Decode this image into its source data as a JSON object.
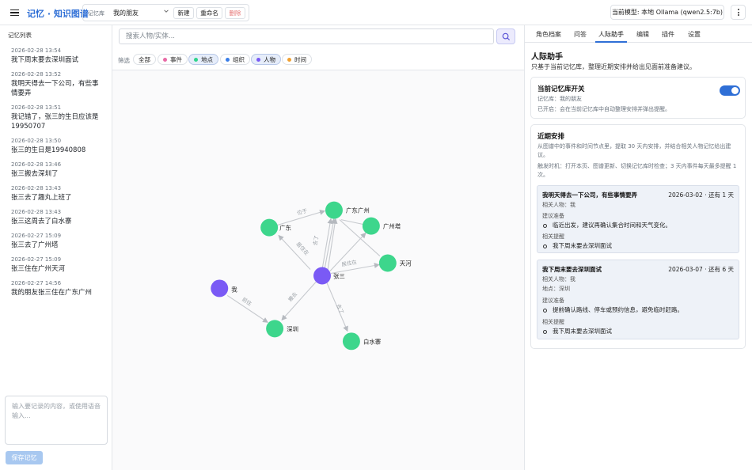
{
  "app": {
    "title": "记忆 · 知识图谱"
  },
  "toolbar": {
    "library_label": "记忆库",
    "library_value": "我的朋友",
    "new_label": "新建",
    "rename_label": "重命名",
    "delete_label": "删除",
    "model_label": "当前模型: 本地 Ollama (qwen2.5:7b)"
  },
  "sidebar": {
    "title": "记忆列表",
    "items": [
      {
        "time": "2026-02-28 13:54",
        "text": "我下周末要去深圳面试"
      },
      {
        "time": "2026-02-28 13:52",
        "text": "我明天得去一下公司，有些事情要弄"
      },
      {
        "time": "2026-02-28 13:51",
        "text": "我记错了，张三的生日应该是19950707"
      },
      {
        "time": "2026-02-28 13:50",
        "text": "张三的生日是19940808"
      },
      {
        "time": "2026-02-28 13:46",
        "text": "张三搬去深圳了"
      },
      {
        "time": "2026-02-28 13:43",
        "text": "张三去了趣丸上班了"
      },
      {
        "time": "2026-02-28 13:43",
        "text": "张三这周去了白水寨"
      },
      {
        "time": "2026-02-27 15:09",
        "text": "张三去了广州塔"
      },
      {
        "time": "2026-02-27 15:09",
        "text": "张三住在广州天河"
      },
      {
        "time": "2026-02-27 14:56",
        "text": "我的朋友张三住在广东广州"
      }
    ],
    "input_placeholder": "输入要记录的内容，或使用语音输入...",
    "save_label": "保存记忆"
  },
  "search": {
    "placeholder": "搜索人物/实体..."
  },
  "filters": {
    "label": "筛选",
    "chips": [
      {
        "label": "全部",
        "color": "",
        "active": false
      },
      {
        "label": "事件",
        "color": "#e86aa6",
        "active": false
      },
      {
        "label": "地点",
        "color": "#2ed48c",
        "active": true
      },
      {
        "label": "组织",
        "color": "#3a7ee8",
        "active": false
      },
      {
        "label": "人物",
        "color": "#7a5af5",
        "active": true
      },
      {
        "label": "时间",
        "color": "#f0a030",
        "active": false
      }
    ]
  },
  "graph": {
    "colors": {
      "place": "#3dd68c",
      "person": "#7a5af5"
    },
    "nodes": [
      {
        "id": "gdgz",
        "label": "广东广州"
      },
      {
        "id": "gd",
        "label": "广东"
      },
      {
        "id": "gzt",
        "label": "广州塔"
      },
      {
        "id": "th",
        "label": "天河"
      },
      {
        "id": "zs",
        "label": "张三"
      },
      {
        "id": "wo",
        "label": "我"
      },
      {
        "id": "sz",
        "label": "深圳"
      },
      {
        "id": "bsz",
        "label": "白水寨"
      }
    ],
    "edges": [
      {
        "label": "位于"
      },
      {
        "label": "居住在"
      },
      {
        "label": "去了"
      },
      {
        "label": "居住在"
      },
      {
        "label": "搬去"
      },
      {
        "label": "去了"
      },
      {
        "label": "前往"
      }
    ]
  },
  "right_panel": {
    "tabs": [
      "角色档案",
      "问答",
      "人际助手",
      "编辑",
      "插件",
      "设置"
    ],
    "active_tab": 2,
    "title": "人际助手",
    "subtitle": "只基于当前记忆库，整理近期安排并给出见面前准备建议。",
    "switch_card": {
      "title": "当前记忆库开关",
      "library_line": "记忆库：我的朋友",
      "status_line": "已开启：会在当前记忆库中自动整理安排并弹出提醒。"
    },
    "upcoming": {
      "title": "近期安排",
      "desc1": "从图谱中的事件和时间节点里，提取 30 天内安排，并结合相关人物记忆给出建议。",
      "desc2": "触发时机：打开本页、图谱更新、切换记忆库时检查；3 天内事件每天最多提醒 1 次。",
      "items": [
        {
          "title": "我明天得去一下公司，有些事情要弄",
          "date": "2026-03-02 · 还有 1 天",
          "people": "相关人物：我",
          "location": "",
          "prep_label": "建议准备",
          "prep": "临近出发，建议再确认集合时间和天气变化。",
          "remind_label": "相关提醒",
          "remind": "我下周末要去深圳面试"
        },
        {
          "title": "我下周末要去深圳面试",
          "date": "2026-03-07 · 还有 6 天",
          "people": "相关人物：我",
          "location": "地点：深圳",
          "prep_label": "建议准备",
          "prep": "提前确认路线、停车或预约信息，避免临时赶路。",
          "remind_label": "相关提醒",
          "remind": "我下周末要去深圳面试"
        }
      ]
    }
  }
}
